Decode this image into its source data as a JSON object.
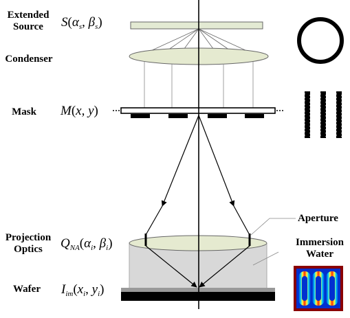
{
  "labels": {
    "extended_source": {
      "line1": "Extended",
      "line2": "Source"
    },
    "condenser": "Condenser",
    "mask": "Mask",
    "projection_optics": {
      "line1": "Projection",
      "line2": "Optics"
    },
    "wafer": "Wafer",
    "aperture": "Aperture",
    "immersion_water": {
      "line1": "Immersion",
      "line2": "Water"
    }
  },
  "equations": {
    "source": {
      "fn": "S",
      "arg1": "α",
      "sub1": "s",
      "arg2": "β",
      "sub2": "s"
    },
    "mask": {
      "fn": "M",
      "args": "x, y"
    },
    "pupil": {
      "fn": "Q",
      "fn_sub": "NA",
      "arg1": "α",
      "sub1": "i",
      "arg2": "β",
      "sub2": "i"
    },
    "image": {
      "fn": "I",
      "fn_sub": "im",
      "arg1": "x",
      "sub1": "i",
      "arg2": "y",
      "sub2": "i"
    }
  },
  "colors": {
    "source_plate": "#e3ead3",
    "lens_fill": "#e5ead0",
    "immersion_water": "#d8d8d8",
    "resist_layer": "#999999",
    "wafer_substrate": "#000000",
    "aerial_image_high": "#ff2a00",
    "aerial_image_low": "#0030d0"
  },
  "icons": {
    "source_shape": "annular-ring-icon",
    "mask_pattern": "three-line-grating-icon",
    "aerial_image": "aerial-image-heatmap-icon"
  }
}
